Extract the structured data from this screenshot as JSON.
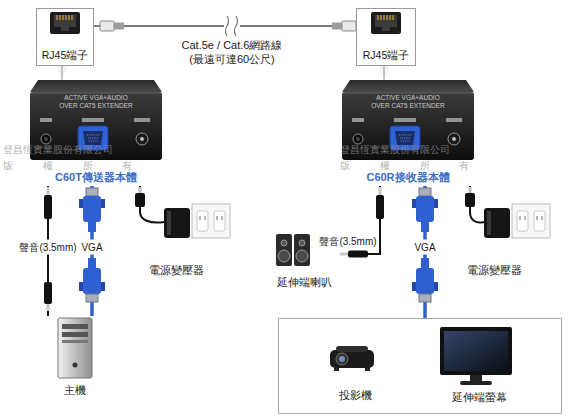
{
  "diagram": {
    "nodes": [
      {
        "text": [
          "RJ45端子"
        ]
      },
      {
        "text": [
          "RJ45端子"
        ]
      },
      {
        "text": [
          "ACTIVE VGA+AUDIO OVER CAT5 EXTENDER",
          "C60T傳送器本體"
        ]
      },
      {
        "text": [
          "ACTIVE VGA+AUDIO OVER CAT5 EXTENDER",
          "C60R接收器本體"
        ]
      },
      {
        "text": [
          "電源變壓器"
        ]
      },
      {
        "text": [
          "延伸端喇叭"
        ]
      },
      {
        "text": [
          "電源變壓器"
        ]
      },
      {
        "text": [
          "主機"
        ]
      },
      {
        "text": []
      },
      {
        "text": [
          "投影機"
        ],
        "in": 8
      },
      {
        "text": [
          "延伸端螢幕"
        ],
        "in": 8
      }
    ],
    "edges": [
      {
        "from": 0,
        "to": 1,
        "arrow": "none",
        "label": "Cat.5e / Cat.6網路線 (最遠可達60公尺)"
      },
      {
        "from": 0,
        "to": 2,
        "arrow": "none"
      },
      {
        "from": 1,
        "to": 3,
        "arrow": "none"
      },
      {
        "from": 2,
        "to": 7,
        "arrow": "none",
        "label": "聲音(3.5mm)"
      },
      {
        "from": 2,
        "to": 7,
        "arrow": "none",
        "label": "VGA"
      },
      {
        "from": 2,
        "to": 4,
        "arrow": "none"
      },
      {
        "from": 3,
        "to": 5,
        "arrow": "none",
        "label": "聲音(3.5mm)"
      },
      {
        "from": 3,
        "to": 8,
        "arrow": "none",
        "label": "VGA"
      },
      {
        "from": 3,
        "to": 6,
        "arrow": "none"
      }
    ],
    "labels": [
      "登昌恆實業股份有限公司",
      "版 權 所 有",
      "登昌恆實業股份有限公司",
      "版 權 所 有"
    ]
  }
}
